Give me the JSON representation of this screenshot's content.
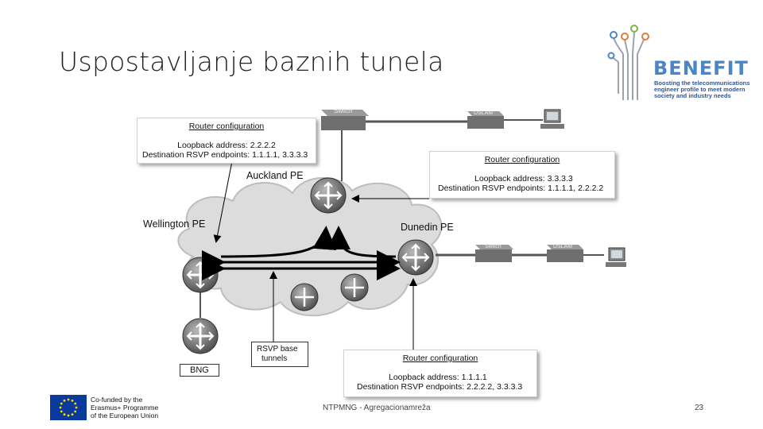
{
  "slide": {
    "title": "Uspostavljanje baznih tunela",
    "footer_text": "NTPMNG - Agregacionamreža",
    "page_number": "23"
  },
  "logo": {
    "wordmark": "BENEFIT",
    "tagline": "Boosting the telecommunications engineer profile to meet modern society and industry needs"
  },
  "eu_badge": {
    "lines": [
      "Co-funded by the",
      "Erasmus+ Programme",
      "of the European Union"
    ]
  },
  "diagram": {
    "config_boxes": [
      {
        "header": "Router configuration",
        "lines": [
          "Loopback address: 2.2.2.2",
          "Destination RSVP endpoints: 1.1.1.1, 3.3.3.3"
        ]
      },
      {
        "header": "Router configuration",
        "lines": [
          "Loopback address: 3.3.3.3",
          "Destination RSVP endpoints: 1.1.1.1, 2.2.2.2"
        ]
      },
      {
        "header": "Router configuration",
        "lines": [
          "Loopback address: 1.1.1.1",
          "Destination RSVP endpoints: 2.2.2.2, 3.3.3.3"
        ]
      }
    ],
    "labels": {
      "auckland": "Auckland PE",
      "wellington": "Wellington PE",
      "dunedin": "Dunedin PE",
      "bng": "BNG",
      "switch": "Switch",
      "dslam": "DSLAM",
      "rsvp_box_lines": [
        "RSVP base",
        "tunnels"
      ]
    }
  }
}
